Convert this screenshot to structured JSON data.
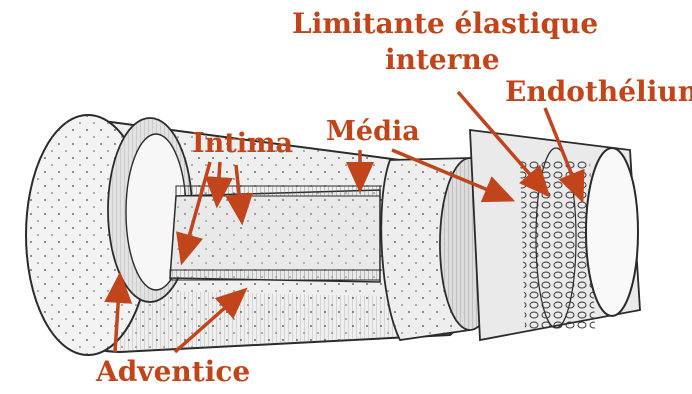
{
  "labels": {
    "limitante_line1": "Limitante élastique",
    "limitante_line2": "interne",
    "endothelium": "Endothélium",
    "intima": "Intima",
    "media": "Média",
    "adventice": "Adventice"
  },
  "colors": {
    "label": "#c1441a",
    "ink": "#2a2a2a",
    "tissue": "#ececec",
    "background": "#ffffff"
  }
}
